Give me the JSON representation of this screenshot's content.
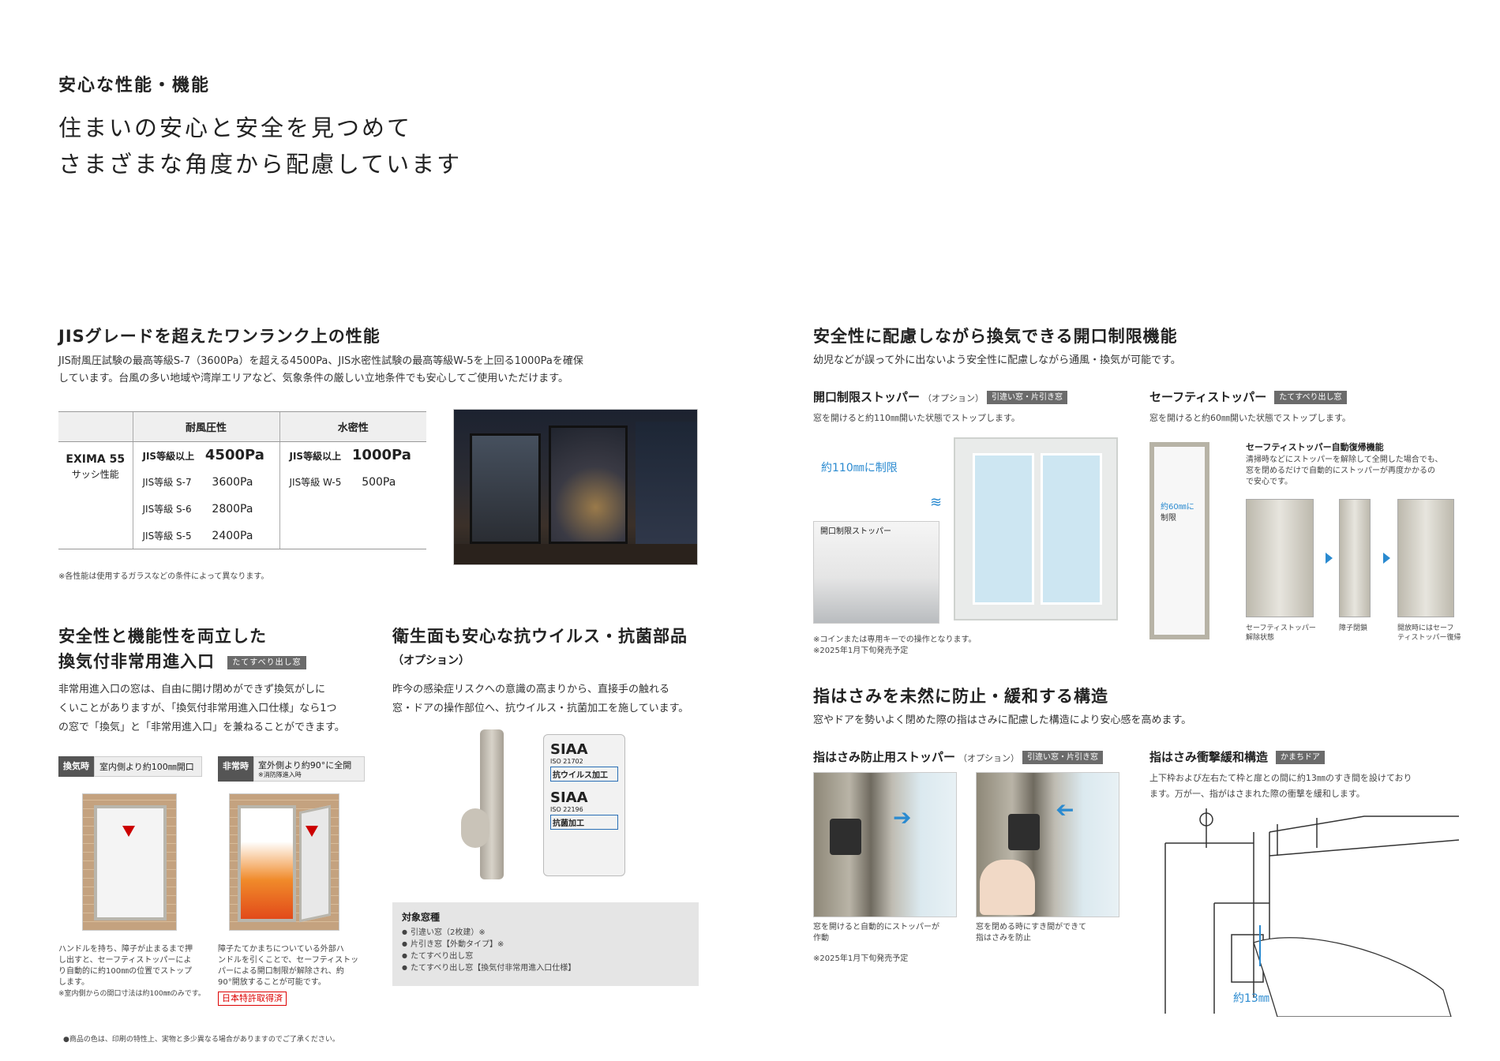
{
  "header": {
    "kicker": "安心な性能・機能",
    "headline_1": "住まいの安心と安全を見つめて",
    "headline_2": "さまざまな角度から配慮しています"
  },
  "jis": {
    "title": "JISグレードを超えたワンランク上の性能",
    "desc_1": "JIS耐風圧試験の最高等級S-7（3600Pa）を超える4500Pa、JIS水密性試験の最高等級W-5を上回る1000Paを確保",
    "desc_2": "しています。台風の多い地域や湾岸エリアなど、気象条件の厳しい立地条件でも安心してご使用いただけます。",
    "col_wind": "耐風圧性",
    "col_water": "水密性",
    "row_label_1": "EXIMA 55",
    "row_label_2": "サッシ性能",
    "wind": [
      {
        "grade": "JIS等級以上",
        "value": "4500Pa"
      },
      {
        "grade": "JIS等級 S-7",
        "value": "3600Pa"
      },
      {
        "grade": "JIS等級 S-6",
        "value": "2800Pa"
      },
      {
        "grade": "JIS等級 S-5",
        "value": "2400Pa"
      }
    ],
    "water": [
      {
        "grade": "JIS等級以上",
        "value": "1000Pa"
      },
      {
        "grade": "JIS等級 W-5",
        "value": "500Pa"
      }
    ],
    "note": "※各性能は使用するガラスなどの条件によって異なります。"
  },
  "vent": {
    "title_1": "安全性と機能性を両立した",
    "title_2": "換気付非常用進入口",
    "tag": "たてすべり出し窓",
    "desc_1": "非常用進入口の窓は、自由に開け閉めができず換気がしに",
    "desc_2": "くいことがありますが、「換気付非常用進入口仕様」なら1つ",
    "desc_3": "の窓で「換気」と「非常用進入口」を兼ねることができます。",
    "label_a": "換気時",
    "label_a_text": "室内側より約100㎜開口",
    "label_b": "非常時",
    "label_b_text": "室外側より約90°に全開",
    "label_b_sub": "※消防隊進入時",
    "cap_a_1": "ハンドルを持ち、障子が止まるまで押",
    "cap_a_2": "し出すと、セーフティストッパーによ",
    "cap_a_3": "り自動的に約100㎜の位置でストップ",
    "cap_a_4": "します。",
    "cap_a_note": "※室内側からの開口寸法は約100㎜のみです。",
    "cap_b_1": "障子たてかまちについている外部ハ",
    "cap_b_2": "ンドルを引くことで、セーフティストッ",
    "cap_b_3": "パーによる開口制限が解除され、約",
    "cap_b_4": "90°開放することが可能です。",
    "patent": "日本特許取得済"
  },
  "antiviral": {
    "title": "衛生面も安心な抗ウイルス・抗菌部品",
    "option": "（オプション）",
    "desc_1": "昨今の感染症リスクへの意識の高まりから、直接手の触れる",
    "desc_2": "窓・ドアの操作部位へ、抗ウイルス・抗菌加工を施しています。",
    "siaa_1": "SIAA",
    "iso_1": "ISO 21702",
    "mark_1": "抗ウイルス加工",
    "siaa_2": "SIAA",
    "iso_2": "ISO 22196",
    "mark_2": "抗菌加工",
    "target_title": "対象窓種",
    "targets": [
      "引違い窓（2枚建）※",
      "片引き窓【外動タイプ】※",
      "たてすべり出し窓",
      "たてすべり出し窓【換気付非常用進入口仕様】"
    ]
  },
  "open_limit": {
    "title": "安全性に配慮しながら換気できる開口制限機能",
    "desc": "幼児などが誤って外に出ないよう安全性に配慮しながら通風・換気が可能です。",
    "stopper_title": "開口制限ストッパー",
    "stopper_opt": "（オプション）",
    "stopper_tag": "引違い窓・片引き窓",
    "stopper_desc": "窓を開けると約110㎜開いた状態でストップします。",
    "limit_label": "約110㎜に制限",
    "inset_label": "開口制限ストッパー",
    "note_1": "※コインまたは専用キーでの操作となります。",
    "note_2": "※2025年1月下旬発売予定",
    "safety_title": "セーフティストッパー",
    "safety_tag": "たてすべり出し窓",
    "safety_desc": "窓を開けると約60㎜開いた状態でストップします。",
    "safety_limit_1": "約60㎜に",
    "safety_limit_2": "制限",
    "auto_title": "セーフティストッパー自動復帰機能",
    "auto_desc_1": "清掃時などにストッパーを解除して全開した場合でも、",
    "auto_desc_2": "窓を閉めるだけで自動的にストッパーが再度かかるの",
    "auto_desc_3": "で安心です。",
    "step_1_a": "セーフティストッパー",
    "step_1_b": "解除状態",
    "step_2": "障子閉鎖",
    "step_3_a": "開放時にはセーフ",
    "step_3_b": "ティストッパー復帰"
  },
  "finger": {
    "title": "指はさみを未然に防止・緩和する構造",
    "desc": "窓やドアを勢いよく閉めた際の指はさみに配慮した構造により安心感を高めます。",
    "stopper_title": "指はさみ防止用ストッパー",
    "stopper_opt": "（オプション）",
    "stopper_tag": "引違い窓・片引き窓",
    "cap_a_1": "窓を開けると自動的にストッパーが",
    "cap_a_2": "作動",
    "cap_b_1": "窓を閉める時にすき間ができて",
    "cap_b_2": "指はさみを防止",
    "note": "※2025年1月下旬発売予定",
    "impact_title": "指はさみ衝撃緩和構造",
    "impact_tag": "かまちドア",
    "impact_desc_1": "上下枠および左右たて枠と扉との間に約13㎜のすき間を設けており",
    "impact_desc_2": "ます。万が一、指がはさまれた際の衝撃を緩和します。",
    "gap_label": "約13㎜"
  },
  "footer": {
    "note": "●商品の色は、印刷の特性上、実物と多少異なる場合がありますのでご了承ください。"
  }
}
